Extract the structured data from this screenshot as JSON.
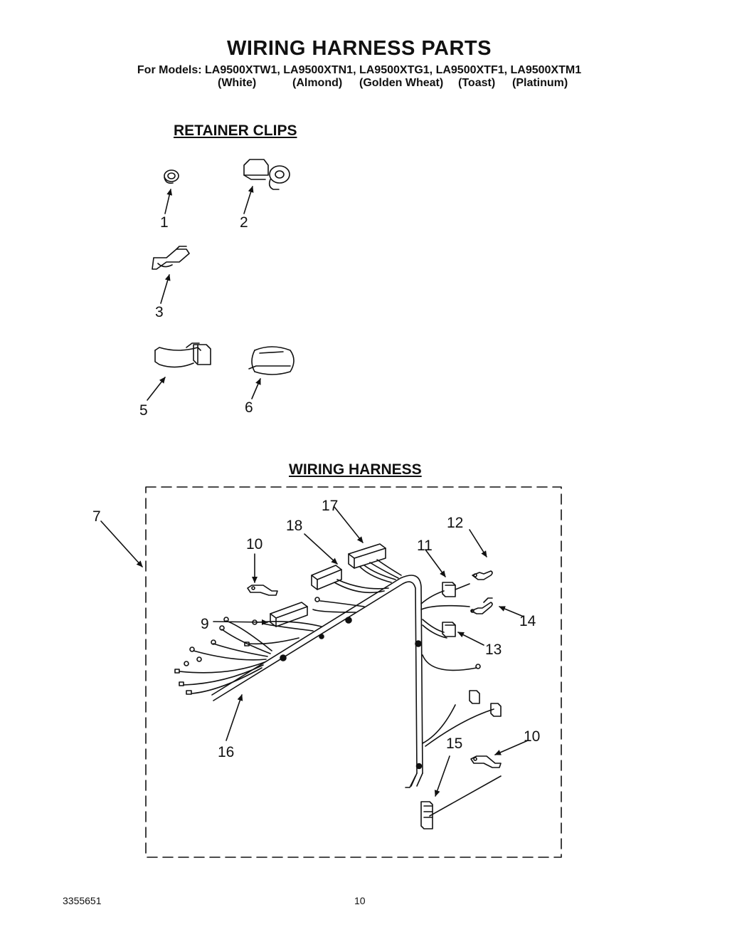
{
  "header": {
    "title": "WIRING HARNESS PARTS",
    "models_line": "For Models: LA9500XTW1, LA9500XTN1, LA9500XTG1, LA9500XTF1, LA9500XTM1",
    "colors": [
      "(White)",
      "(Almond)",
      "(Golden Wheat)",
      "(Toast)",
      "(Platinum)"
    ]
  },
  "sections": {
    "retainer_clips": "RETAINER CLIPS",
    "wiring_harness": "WIRING HARNESS"
  },
  "callouts": {
    "c1": "1",
    "c2": "2",
    "c3": "3",
    "c5": "5",
    "c6": "6",
    "c7": "7",
    "c9": "9",
    "c10a": "10",
    "c10b": "10",
    "c11": "11",
    "c12": "12",
    "c13": "13",
    "c14": "14",
    "c15": "15",
    "c16": "16",
    "c17": "17",
    "c18": "18"
  },
  "footer": {
    "doc_number": "3355651",
    "page_number": "10"
  }
}
